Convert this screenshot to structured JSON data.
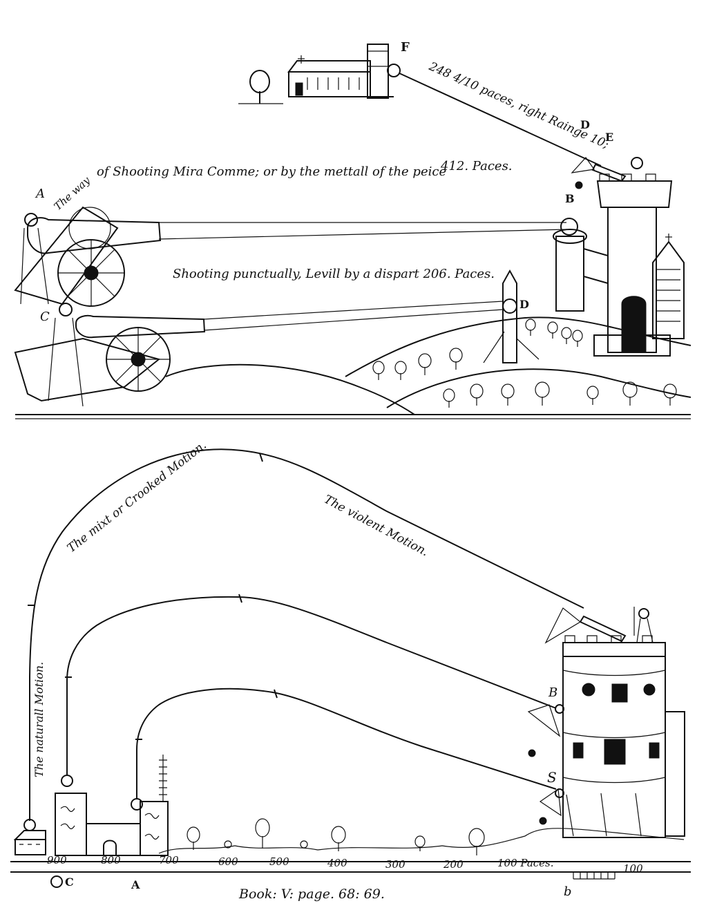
{
  "top_panel": {
    "labels": {
      "F": "F",
      "A": "A",
      "B": "B",
      "C": "C",
      "D_tower": "D",
      "E": "E",
      "D_post": "D"
    },
    "range_text": "248 4/10 paces, right Rainge 10;",
    "way_text": "The way",
    "shooting_mira": "of Shooting Mira Comme; or by the mettall of the peice",
    "paces_412": "412. Paces.",
    "shooting_level": "Shooting punctually, Levill by a dispart 206. Paces."
  },
  "bottom_panel": {
    "mixt_motion": "The mixt or Crooked Motion.",
    "violent_motion": "The violent Motion.",
    "natural_motion": "The naturall Motion.",
    "labels": {
      "B": "B",
      "S": "S",
      "C": "C",
      "A": "A",
      "b": "b"
    },
    "scale_ticks": [
      "900",
      "800",
      "700",
      "600",
      "500",
      "400",
      "300",
      "200",
      "100 Paces."
    ],
    "scale_right": "100",
    "footer": "Book: V: page. 68: 69."
  }
}
